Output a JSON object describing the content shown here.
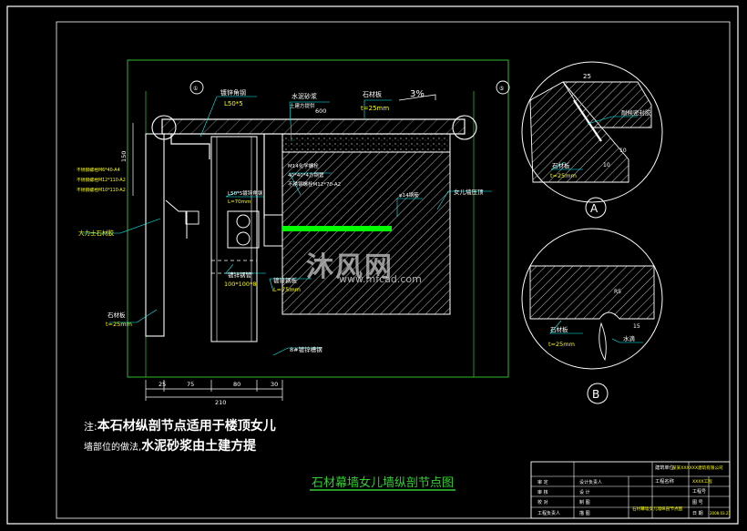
{
  "drawing": {
    "title": "石材幕墙女儿墙纵剖节点图",
    "note_prefix": "注:",
    "note_line1_small": "",
    "note_line1_big": "本石材纵剖节点适用于楼顶女儿",
    "note_line2_small": "墙部位的做法,",
    "note_line2_big": "水泥砂浆由土建方提",
    "slope": "3%",
    "grid_marks": [
      "①",
      "⑤"
    ]
  },
  "labels": {
    "galv_angle": "镀锌角钢",
    "galv_angle_spec": "L50*5",
    "cement_mortar": "水泥砂浆",
    "cement_mortar_sub": "土建方提供",
    "width_600": "600",
    "stone": "石材板",
    "stone_t": "t=25mm",
    "stone_t_left": "t=25mm",
    "stone_left": "石材板",
    "dali_glue": "大力士石材胶",
    "bolt1": "不锈钢螺栓M6*40-A4",
    "bolt2": "不锈钢螺栓M12*110-A2",
    "bolt3": "不锈钢螺栓M10*110-A2",
    "angle_small": "L50*5镀锌角钢",
    "angle_small_l": "L=70mm",
    "m1": "M14化学螺栓",
    "m2": "40*40*4方钢管",
    "m3": "不锈钢螺栓M12*70-A2",
    "rebar": "φ14钢筋",
    "parapet": "女儿墙压顶",
    "tube_label": "镀锌钢管",
    "tube_spec": "100*100*8",
    "plate": "镀锌钢板",
    "plate_l": "L=75mm",
    "post": "8#镀锌槽钢",
    "dim_a": "25",
    "dim_b": "75",
    "dim_c": "80",
    "dim_d": "30",
    "dim_total": "210",
    "dim_v": "150"
  },
  "detail_a": {
    "letter": "A",
    "dim_25": "25",
    "dim_10": "10",
    "dim_10b": "10",
    "sealant": "耐候密封胶",
    "stone": "石材板",
    "stone_t": "t=25mm"
  },
  "detail_b": {
    "letter": "B",
    "dim_15": "15",
    "dim_r": "R5",
    "stone": "石材板",
    "stone_t": "t=25mm",
    "drip": "水滴"
  },
  "title_block": {
    "company_label": "建筑单位",
    "company": "某某XXXXXX建筑有限公司",
    "project_label": "工程名称",
    "project": "XXXX工程",
    "rows": [
      "审 定",
      "审 核",
      "校 对",
      "工程负责人"
    ],
    "rows2": [
      "设计负责人",
      "设 计",
      "制 图",
      "描 图"
    ],
    "drawing_name": "石材幕墙女儿墙纵剖节点图",
    "r1": "工程号",
    "r1v": "",
    "r2": "图 号",
    "r2v": "",
    "r3": "日 期",
    "r3v": "2008.03.21"
  },
  "watermark": {
    "brand": "沐风网",
    "url": "www.mfcad.com"
  },
  "colors": {
    "frame": "#ffffff",
    "line": "#ffffff",
    "cyan": "#00ffff",
    "green": "#00ff00",
    "greenline": "#33cc33",
    "yellow": "#ffff00"
  }
}
